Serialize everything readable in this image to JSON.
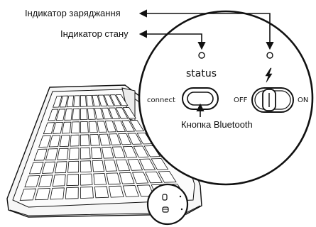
{
  "callouts": {
    "charge_indicator": "Індикатор заряджання",
    "status_indicator": "Індикатор стану",
    "bluetooth_button": "Кнопка Bluetooth"
  },
  "panel": {
    "status_label": "status",
    "connect_label": "connect",
    "off_label": "OFF",
    "on_label": "ON",
    "charge_icon": "lightning-bolt-icon"
  },
  "colors": {
    "line": "#111111",
    "background": "#ffffff",
    "keyboard_fill": "#f4f4f4"
  }
}
